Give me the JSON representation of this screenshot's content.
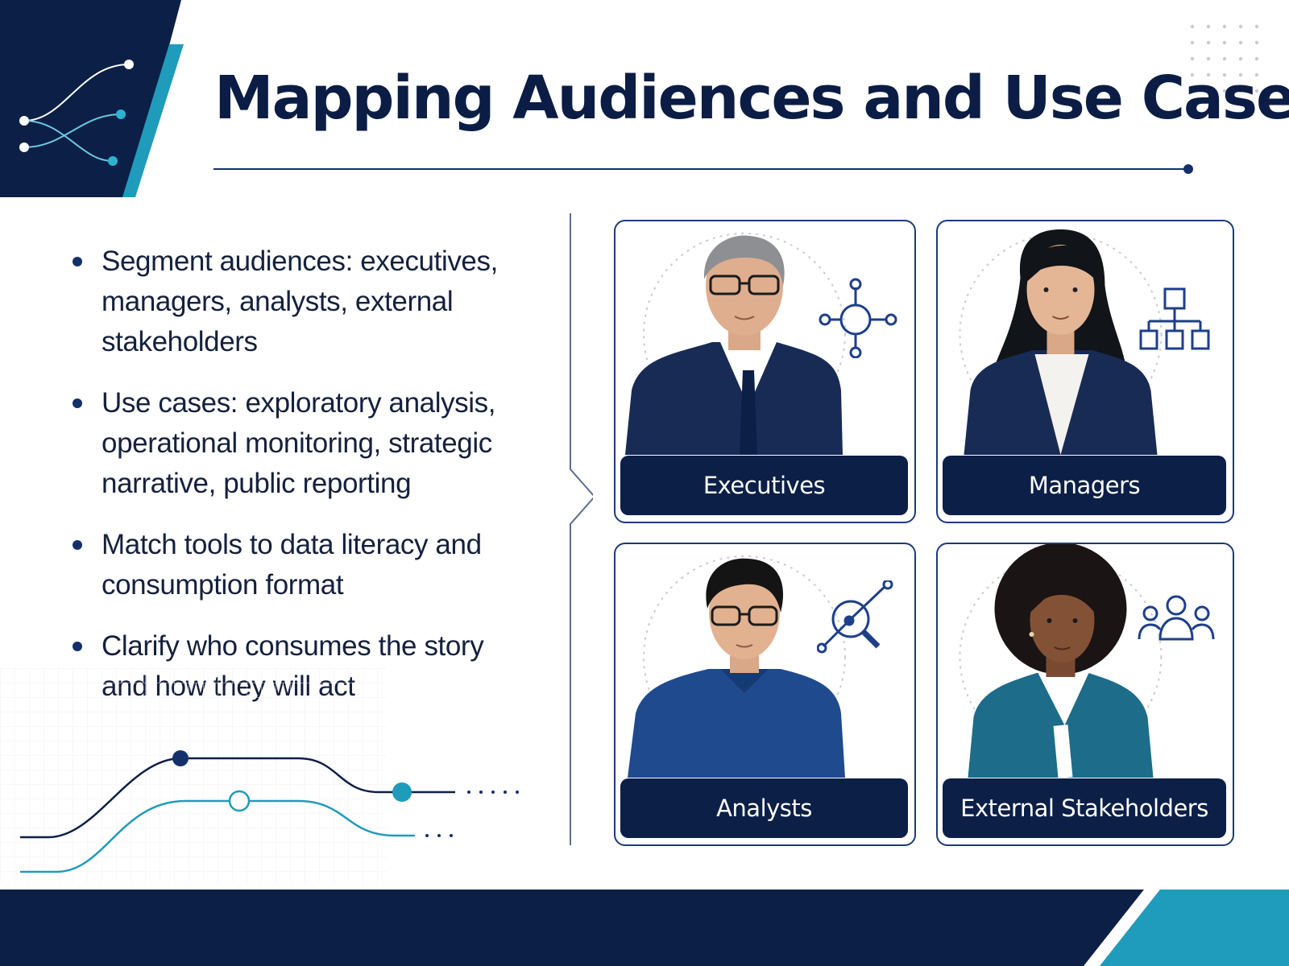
{
  "title": "Mapping Audiences and Use Cases",
  "bullets": [
    "Segment audiences: executives, managers, analysts, external stakeholders",
    "Use cases: exploratory analysis, operational monitoring, strategic narrative, public reporting",
    "Match tools to data literacy and consumption format",
    "Clarify who consumes the story and how they will act"
  ],
  "audiences": [
    {
      "label": "Executives",
      "icon": "network-hub-icon"
    },
    {
      "label": "Managers",
      "icon": "org-chart-icon"
    },
    {
      "label": "Analysts",
      "icon": "magnifier-analysis-icon"
    },
    {
      "label": "External Stakeholders",
      "icon": "group-people-icon"
    }
  ],
  "colors": {
    "navy": "#0c1f47",
    "teal": "#1f9bbb",
    "accent_blue": "#1d3a7a"
  }
}
